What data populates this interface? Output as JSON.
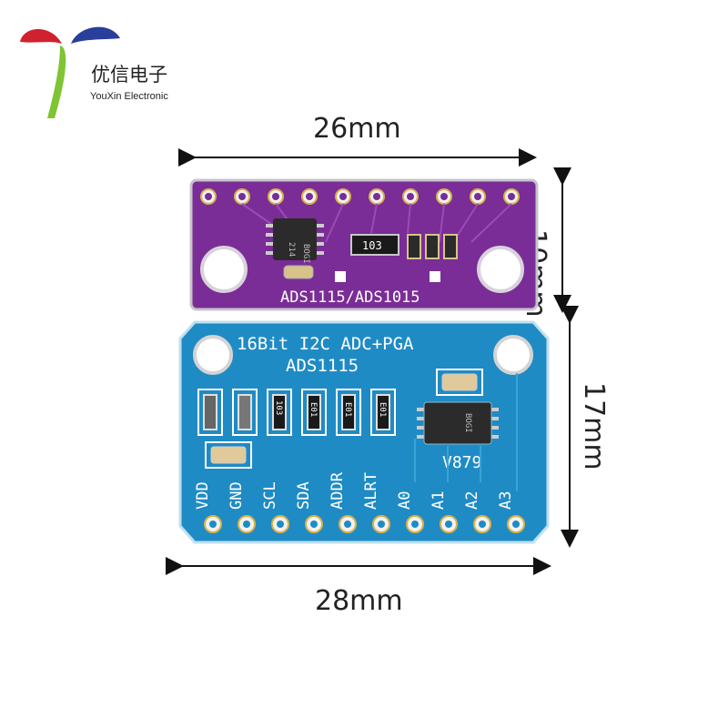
{
  "logo": {
    "brand_cn": "优信电子",
    "brand_en": "YouXin Electronic"
  },
  "dimensions": {
    "top_width": "26mm",
    "top_height": "10mm",
    "bottom_height": "17mm",
    "bottom_width": "28mm"
  },
  "purple_board": {
    "label": "ADS1115/ADS1015",
    "chip_marking": [
      "BOGI",
      "214"
    ],
    "resistor_array": "103"
  },
  "blue_board": {
    "title": "16Bit I2C ADC+PGA",
    "model": "ADS1115",
    "chip": "V879",
    "chip_marking": "BOGI",
    "resistors": [
      "103",
      "E01",
      "E01",
      "E01"
    ],
    "pins": [
      "VDD",
      "GND",
      "SCL",
      "SDA",
      "ADDR",
      "ALRT",
      "A0",
      "A1",
      "A2",
      "A3"
    ]
  },
  "colors": {
    "purple_pcb": "#7a2d96",
    "blue_pcb": "#1f8bc4"
  }
}
